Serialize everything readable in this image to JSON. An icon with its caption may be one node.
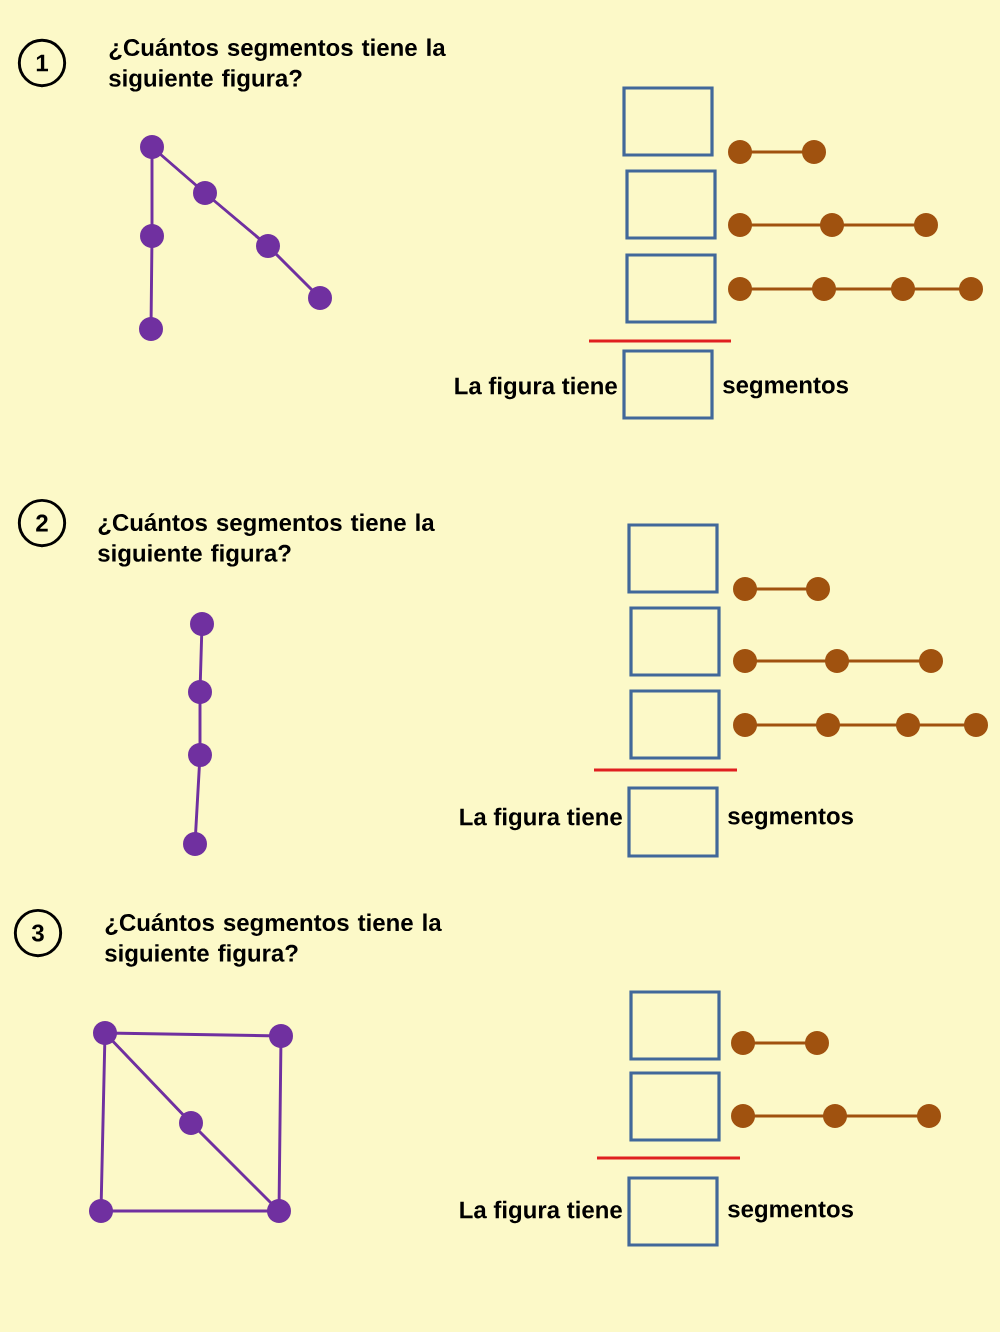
{
  "diagram": {
    "nodes": [
      {
        "text": [
          "1"
        ]
      },
      {
        "text": [
          "2"
        ]
      },
      {
        "text": [
          "3"
        ]
      }
    ],
    "labels": [
      "¿Cuántos segmentos tiene la siguiente figura?",
      "La figura tiene",
      "segmentos",
      "¿Cuántos segmentos tiene la siguiente figura?",
      "La figura tiene",
      "segmentos",
      "¿Cuántos segmentos tiene la siguiente figura?",
      "La figura tiene",
      "segmentos"
    ]
  }
}
